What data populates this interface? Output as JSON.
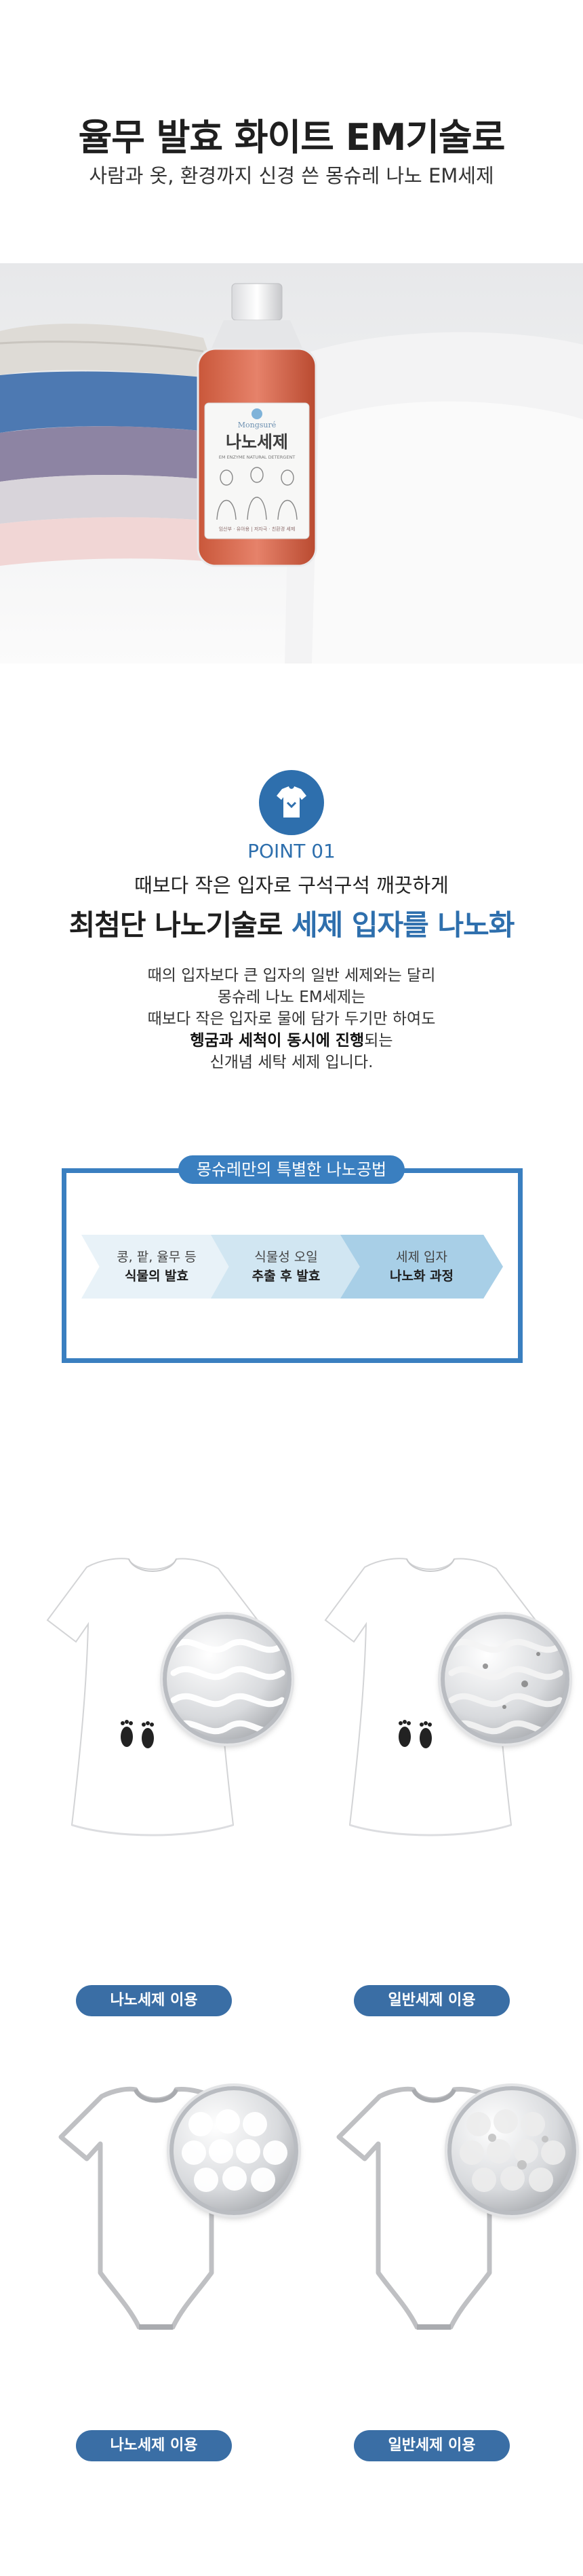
{
  "header": {
    "title": "율무 발효 화이트 EM기술로",
    "subtitle": "사람과 옷, 환경까지 신경 쓴 몽슈레 나노 EM세제"
  },
  "product": {
    "brand": "Mongsuré",
    "name": "나노세제",
    "tagline": "EM ENZYME NATURAL DETERGENT",
    "note": "임산부 · 유아용 | 저자극 · 친환경 세제"
  },
  "point": {
    "label": "POINT 01",
    "sub": "때보다 작은 입자로 구석구석 깨끗하게",
    "headline_normal": "최첨단 나노기술로",
    "headline_highlight": "세제 입자를 나노화",
    "desc_line1": "때의 입자보다 큰 입자의 일반 세제와는 달리",
    "desc_line2": "몽슈레 나노 EM세제는",
    "desc_line3": "때보다 작은 입자로 물에 담가 두기만 하여도",
    "desc_line4_bold": "헹굼과 세척이 동시에 진행",
    "desc_line4_rest": "되는",
    "desc_line5": "신개념 세탁 세제 입니다."
  },
  "process": {
    "title": "몽슈레만의 특별한 나노공법",
    "steps": [
      {
        "line1": "콩, 팥, 율무 등",
        "line2": "식물의 발효"
      },
      {
        "line1": "식물성 오일",
        "line2": "추출 후 발효"
      },
      {
        "line1": "세제 입자",
        "line2": "나노화 과정"
      }
    ]
  },
  "compare": {
    "left_label": "나노세제 이용",
    "right_label": "일반세제 이용",
    "left_label_2": "나노세제 이용",
    "right_label_2": "일반세제 이용"
  },
  "colors": {
    "accent": "#2e6fad",
    "pill": "#3a6ea5"
  }
}
